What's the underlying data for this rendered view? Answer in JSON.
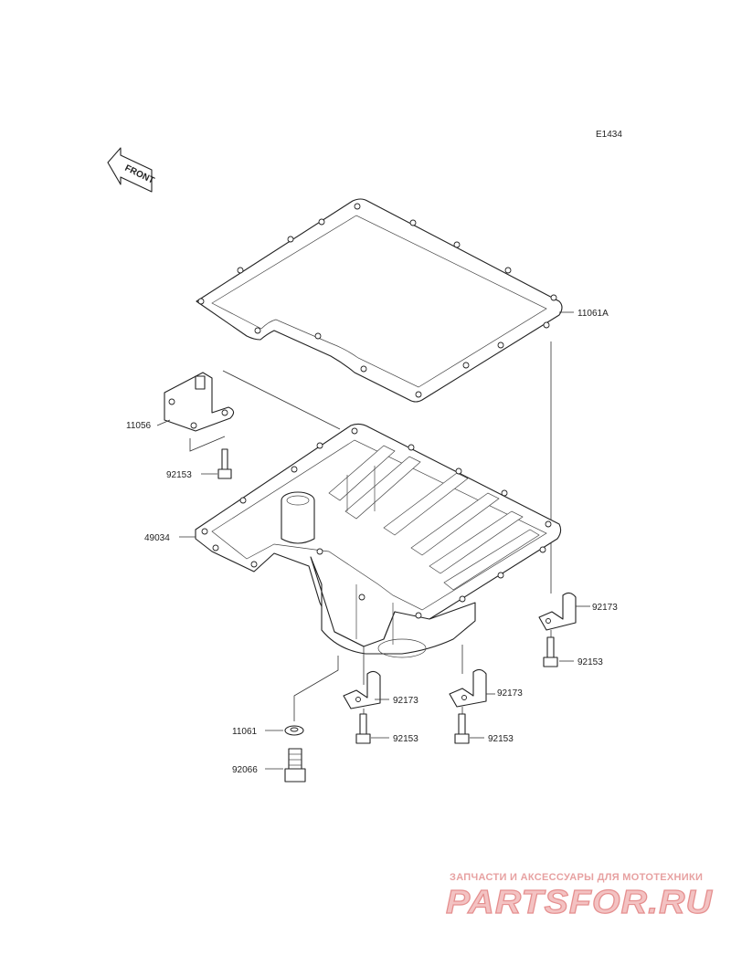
{
  "diagram_code": "E1434",
  "front_marker": "FRONT",
  "parts": [
    {
      "id": "11061A",
      "label": "11061A"
    },
    {
      "id": "11056",
      "label": "11056"
    },
    {
      "id": "92153-a",
      "label": "92153"
    },
    {
      "id": "49034",
      "label": "49034"
    },
    {
      "id": "92173-a",
      "label": "92173"
    },
    {
      "id": "92153-b",
      "label": "92153"
    },
    {
      "id": "92173-b",
      "label": "92173"
    },
    {
      "id": "92173-c",
      "label": "92173"
    },
    {
      "id": "11061",
      "label": "11061"
    },
    {
      "id": "92153-c",
      "label": "92153"
    },
    {
      "id": "92153-d",
      "label": "92153"
    },
    {
      "id": "92066",
      "label": "92066"
    }
  ],
  "watermark": {
    "tagline": "ЗАПЧАСТИ И АКСЕССУАРЫ ДЛЯ МОТОТЕХНИКИ",
    "logo_text": "PARTSFOR.RU"
  }
}
